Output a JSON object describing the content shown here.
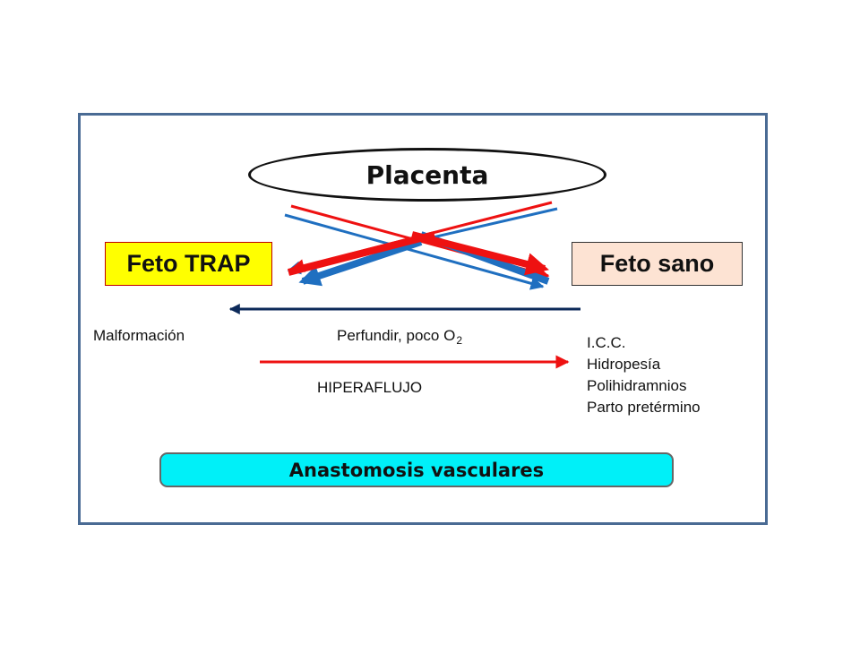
{
  "placenta": {
    "label": "Placenta"
  },
  "feto_trap": {
    "label": "Feto TRAP"
  },
  "feto_sano": {
    "label": "Feto sano"
  },
  "malformacion": "Malformación",
  "perfundir": {
    "text": "Perfundir, poco O",
    "subscript": "2"
  },
  "hiperaflujo": "HIPERAFLUJO",
  "consecuencias": [
    "I.C.C.",
    "Hidropesía",
    "Polihidramnios",
    "Parto pretérmino"
  ],
  "anastomosis": "Anastomosis vasculares",
  "colors": {
    "red": "#ee1111",
    "blue": "#1f6fc0",
    "navy": "#0d2a5a",
    "trap_fill": "#ffff00",
    "sano_fill": "#fde3d3",
    "banner_fill": "#00f0f8",
    "frame": "#4a6b94"
  }
}
